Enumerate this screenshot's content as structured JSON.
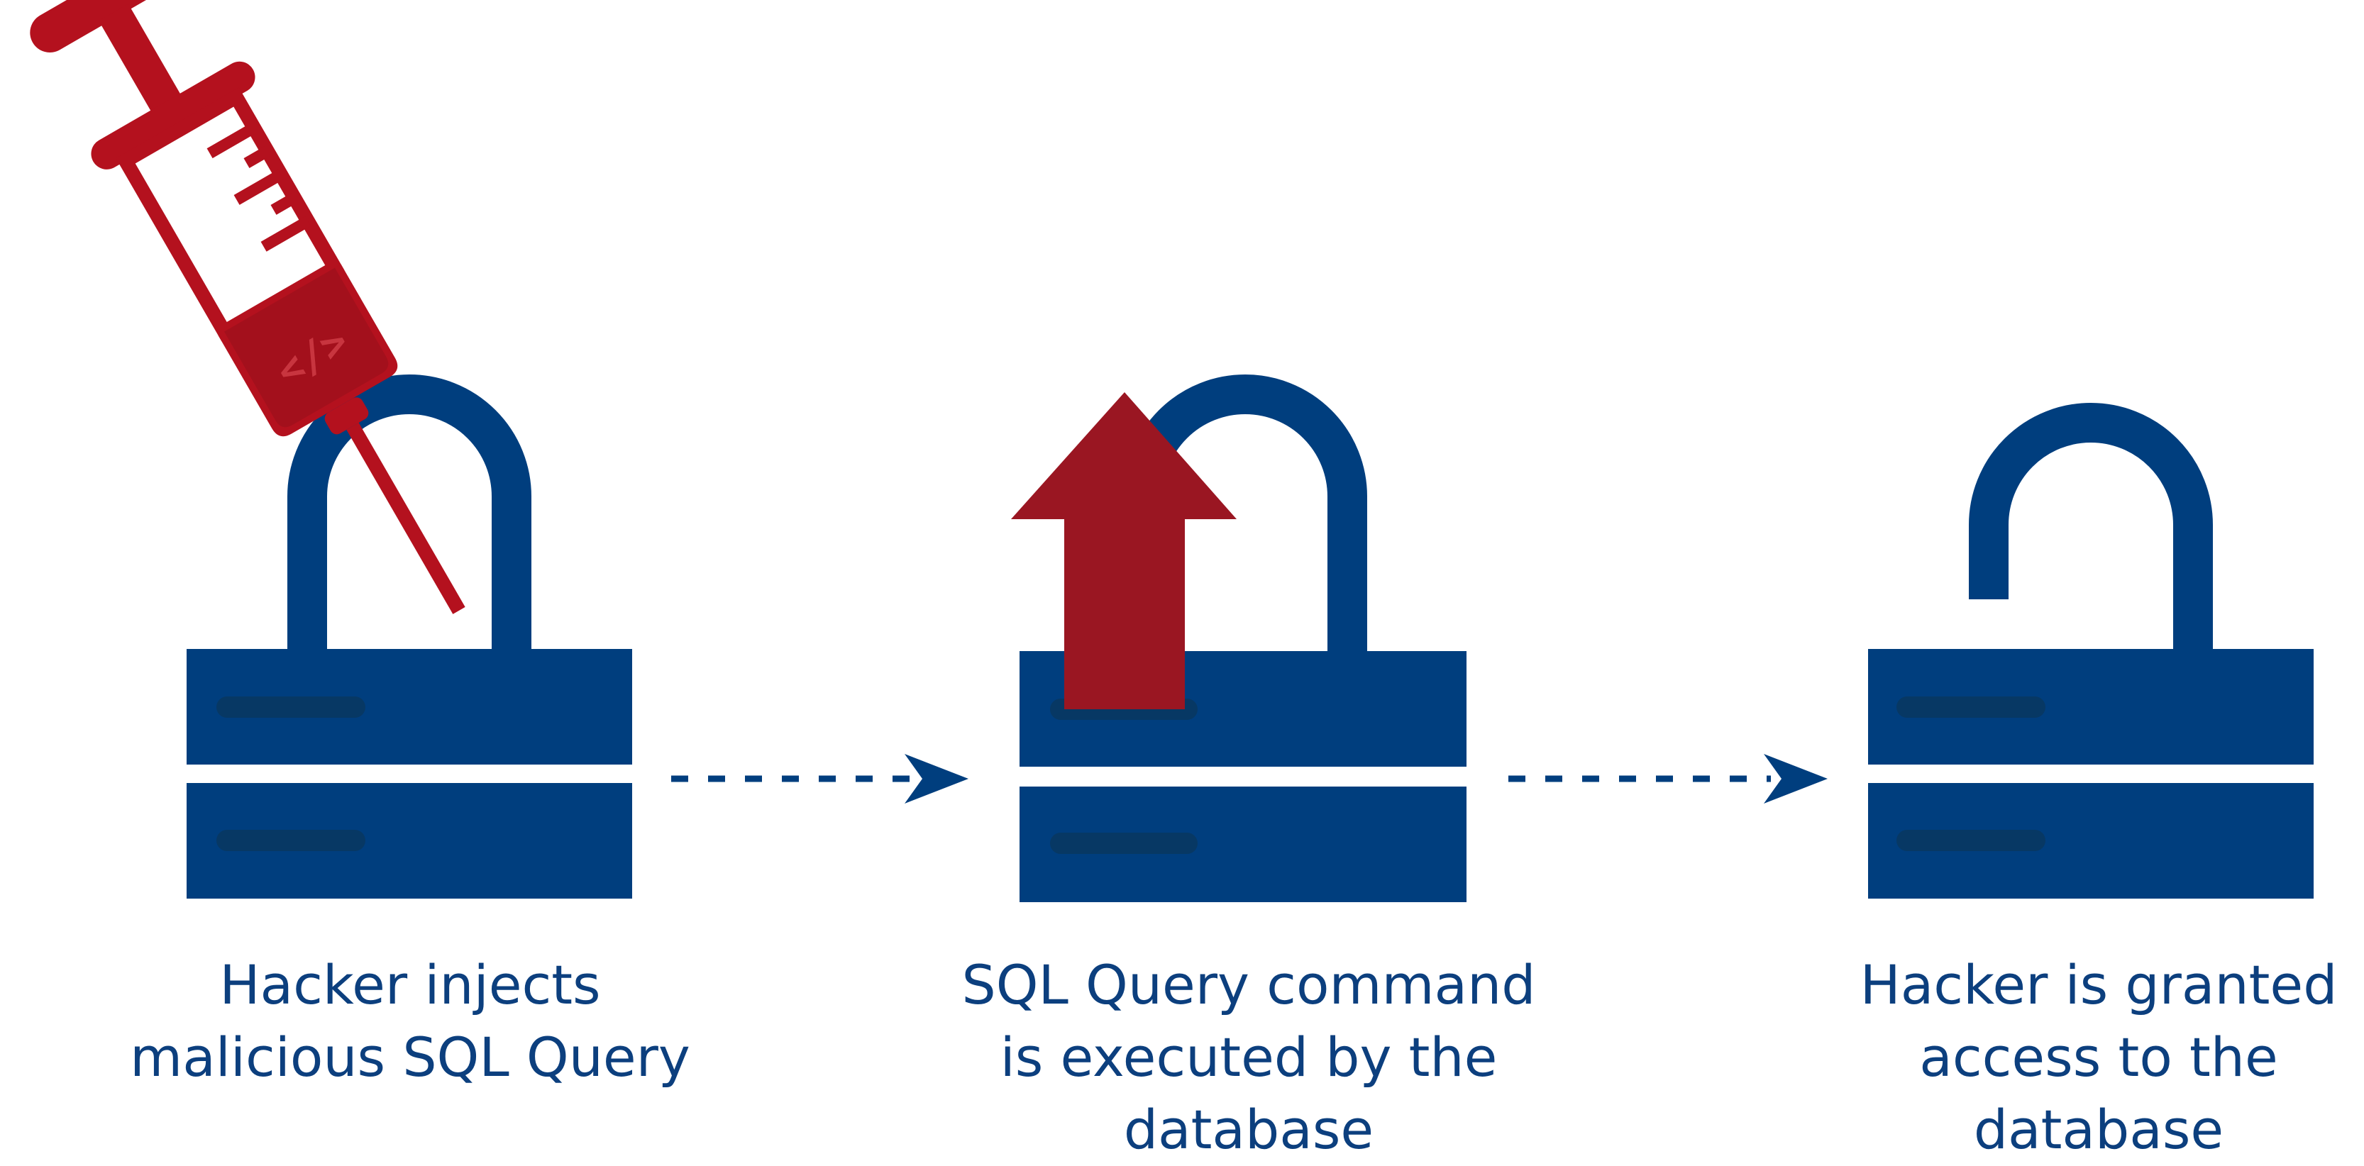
{
  "colors": {
    "navy": "#003e7e",
    "slot": "#073864",
    "red": "#b4111e",
    "red_dark": "#9a1622",
    "text": "#0c3f7e",
    "background": "#ffffff"
  },
  "icons": [
    "syringe-icon",
    "locked-padlock-server-icon",
    "dashed-arrow-icon",
    "up-arrow-icon",
    "open-padlock-server-icon"
  ],
  "steps": [
    {
      "id": "inject",
      "lines": [
        "Hacker injects",
        "malicious SQL Query"
      ]
    },
    {
      "id": "execute",
      "lines": [
        "SQL Query command",
        "is executed by the",
        "database"
      ]
    },
    {
      "id": "access",
      "lines": [
        "Hacker is granted",
        "access to the",
        "database"
      ]
    }
  ]
}
